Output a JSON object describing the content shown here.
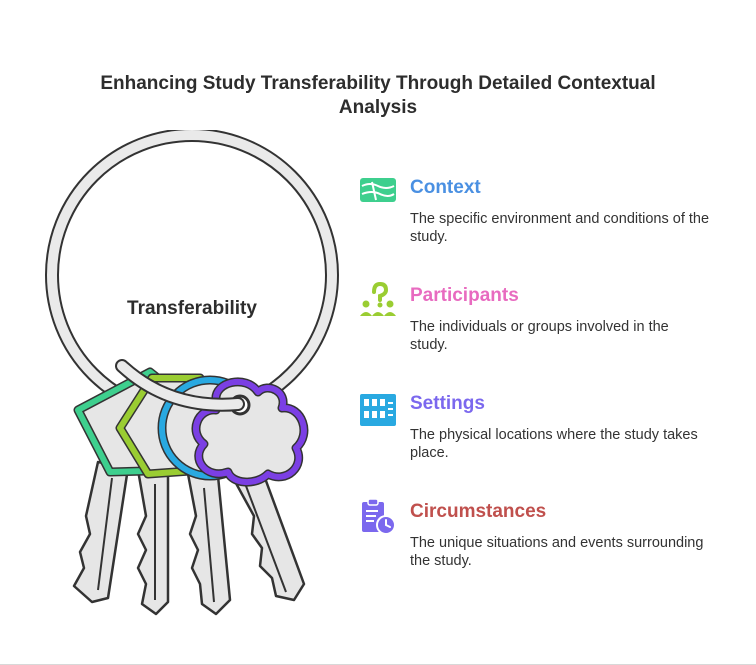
{
  "title": "Enhancing Study Transferability Through Detailed Contextual Analysis",
  "ring_label": "Transferability",
  "items": [
    {
      "title": "Context",
      "description": "The specific environment and conditions of the study.",
      "color": "#4a90e2",
      "icon": "map-icon",
      "icon_color": "#3ecf8e"
    },
    {
      "title": "Participants",
      "description": "The individuals or groups involved in the study.",
      "color": "#e86bc0",
      "icon": "people-question-icon",
      "icon_color": "#9acd32"
    },
    {
      "title": "Settings",
      "description": "The physical locations where the study takes place.",
      "color": "#7b68ee",
      "icon": "building-icon",
      "icon_color": "#29a9e1"
    },
    {
      "title": "Circumstances",
      "description": "The unique situations and events surrounding the study.",
      "color": "#c0504d",
      "icon": "clipboard-clock-icon",
      "icon_color": "#7b68ee"
    }
  ],
  "keys": [
    {
      "shape": "pentagon",
      "color": "#3ecf8e"
    },
    {
      "shape": "hexagon",
      "color": "#9acd32"
    },
    {
      "shape": "circle",
      "color": "#29a9e1"
    },
    {
      "shape": "cloud",
      "color": "#7b3fe4"
    }
  ]
}
